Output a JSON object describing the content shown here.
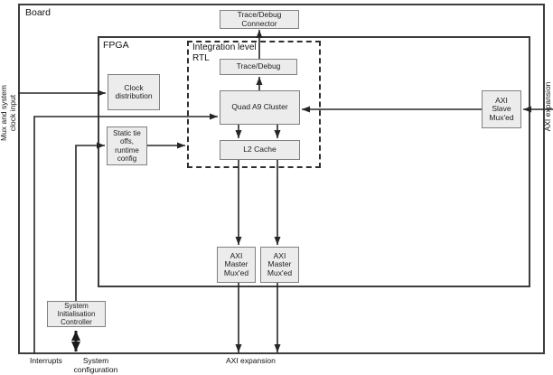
{
  "diagram": {
    "containers": {
      "board": "Board",
      "fpga": "FPGA",
      "integration_rtl": "Integration level\nRTL"
    },
    "blocks": {
      "trace_debug_connector": "Trace/Debug\nConnector",
      "trace_debug": "Trace/Debug",
      "quad_a9_cluster": "Quad A9 Cluster",
      "l2_cache": "L2 Cache",
      "clock_distribution": "Clock\ndistribution",
      "static_tie_offs": "Static tie\noffs,\nruntime\nconfig",
      "axi_slave_muxed": "AXI\nSlave\nMux'ed",
      "axi_master_muxed_1": "AXI\nMaster\nMux'ed",
      "axi_master_muxed_2": "AXI\nMaster\nMux'ed",
      "system_init_controller": "System\nInitialisation\nController"
    },
    "edge_labels": {
      "mux_clock_input": "Mux and system\nclock input",
      "axi_expansion_right": "AXI expansion",
      "axi_expansion_bottom": "AXI expansion",
      "interrupts": "Interrupts",
      "system_configuration": "System\nconfiguration"
    },
    "colors": {
      "background": "#ffffff",
      "block_fill": "#ececec",
      "block_border": "#808080",
      "container_border": "#3d3d3d",
      "line": "#262626",
      "text": "#1a1a1a"
    }
  }
}
